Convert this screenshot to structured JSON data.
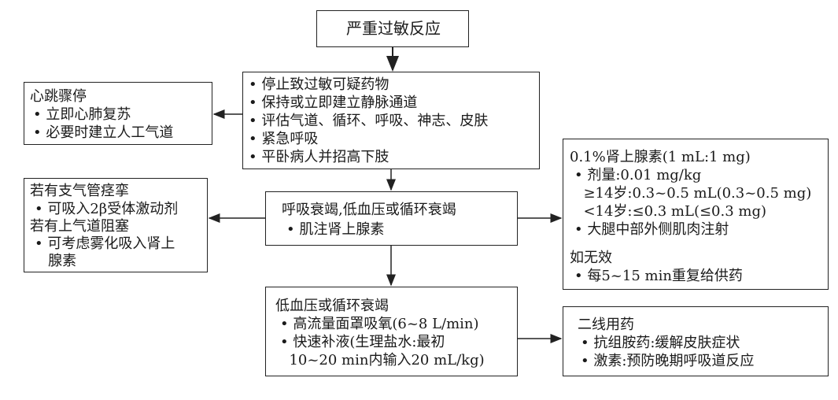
{
  "top": {
    "title": "严重过敏反应"
  },
  "initial_steps": [
    "• 停止致过敏可疑药物",
    "• 保持或立即建立静脉通道",
    "• 评估气道、循环、呼吸、神志、皮肤",
    "• 紧急呼吸",
    "• 平卧病人并招高下肢"
  ],
  "cardiac_arrest": {
    "title": "心跳骤停",
    "items": [
      "• 立即心肺复苏",
      "• 必要时建立人工气道"
    ]
  },
  "respiratory": {
    "line1": "呼吸衰竭,低血压或循环衰竭",
    "line2": "• 肌注肾上腺素"
  },
  "airway": [
    "若有支气管痉挛",
    "• 可吸入2β受体激动剂",
    "若有上气道阻塞",
    "• 可考虑雾化吸入肾上",
    "   腺素"
  ],
  "epinephrine": {
    "title": "0.1%肾上腺素(1 mL:1 mg)",
    "lines": [
      "• 剂量:0.01 mg/kg",
      "  ≥14岁:0.3~0.5 mL(0.3~0.5 mg)",
      "  <14岁:≤0.3 mL(≤0.3 mg)",
      "• 大腿中部外侧肌肉注射"
    ],
    "fail_title": "如无效",
    "fail_line": "• 每5~15 min重复给供药"
  },
  "hypotension": {
    "title": "低血压或循环衰竭",
    "lines": [
      "• 高流量面罩吸氧(6~8 L/min)",
      "• 快速补液(生理盐水:最初",
      "  10~20 min内输入20 mL/kg)"
    ]
  },
  "second_line": {
    "title": "二线用药",
    "lines": [
      "• 抗组胺药:缓解皮肤症状",
      "• 激素:预防晚期呼吸道反应"
    ]
  }
}
